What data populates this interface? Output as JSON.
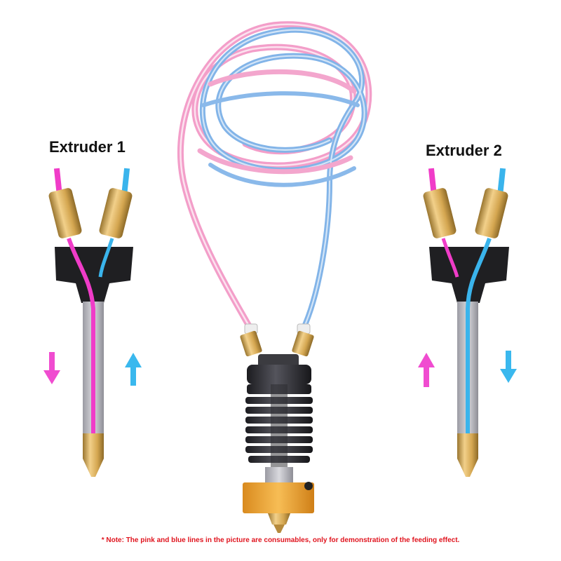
{
  "labels": {
    "extruder_1": "Extruder 1",
    "extruder_2": "Extruder 2"
  },
  "note": "* Note: The pink and blue lines in the picture are consumables, only for demonstration of the feeding effect.",
  "colors": {
    "filament_pink": "#f03cc8",
    "filament_blue": "#3ab4ec",
    "brass": "#d9ae5c",
    "heatsink": "#2f2f33",
    "heater_block": "#f2a93a",
    "note_red": "#e0141e",
    "arrow_pink": "#f04cd0",
    "arrow_blue": "#3ab8ee"
  },
  "arrows": {
    "extruder_1": [
      "pink-down",
      "blue-up"
    ],
    "extruder_2": [
      "pink-up",
      "blue-down"
    ]
  }
}
